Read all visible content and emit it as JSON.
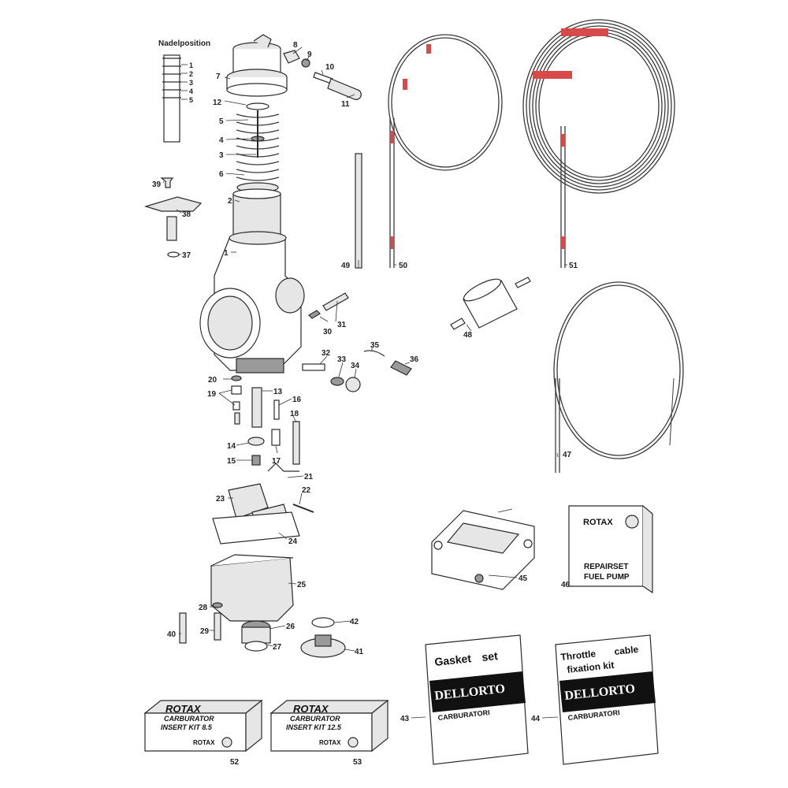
{
  "header": {
    "needle_title": "Nadelposition",
    "needle_positions": [
      "1",
      "2",
      "3",
      "4",
      "5"
    ]
  },
  "callouts": {
    "c1": "1",
    "c2": "2",
    "c3": "3",
    "c4": "4",
    "c5": "5",
    "c6": "6",
    "c7": "7",
    "c8": "8",
    "c9": "9",
    "c10": "10",
    "c11": "11",
    "c12": "12",
    "c13": "13",
    "c14": "14",
    "c15": "15",
    "c16": "16",
    "c17": "17",
    "c18": "18",
    "c19": "19",
    "c20": "20",
    "c21": "21",
    "c22": "22",
    "c23": "23",
    "c24": "24",
    "c25": "25",
    "c26": "26",
    "c27": "27",
    "c28": "28",
    "c29": "29",
    "c30": "30",
    "c31": "31",
    "c32": "32",
    "c33": "33",
    "c34": "34",
    "c35": "35",
    "c36": "36",
    "c37": "37",
    "c38": "38",
    "c39": "39",
    "c40": "40",
    "c41": "41",
    "c42": "42",
    "c43": "43",
    "c44": "44",
    "c45": "45",
    "c46": "46",
    "c47": "47",
    "c48": "48",
    "c49": "49",
    "c50": "50",
    "c51": "51",
    "c52": "52",
    "c53": "53"
  },
  "kits": {
    "repairset": {
      "brand": "ROTAX",
      "line1": "REPAIRSET",
      "line2": "FUEL PUMP"
    },
    "gasket_bag": {
      "line1": "Gasket",
      "line2": "set",
      "brand": "DELLORTO",
      "sub": "CARBURATORI"
    },
    "throttle_bag": {
      "line1": "Throttle",
      "line2": "cable",
      "line3": "fixation kit",
      "brand": "DELLORTO",
      "sub": "CARBURATORI"
    },
    "insert_85": {
      "brand": "ROTAX",
      "line1": "CARBURATOR",
      "line2": "INSERT KIT 8.5",
      "footer": "ROTAX"
    },
    "insert_125": {
      "brand": "ROTAX",
      "line1": "CARBURATOR",
      "line2": "INSERT KIT 12.5",
      "footer": "ROTAX"
    }
  },
  "colors": {
    "line": "#2a2a2a",
    "cable_marker": "#d84a4a",
    "shade": "#e6e6e6"
  }
}
